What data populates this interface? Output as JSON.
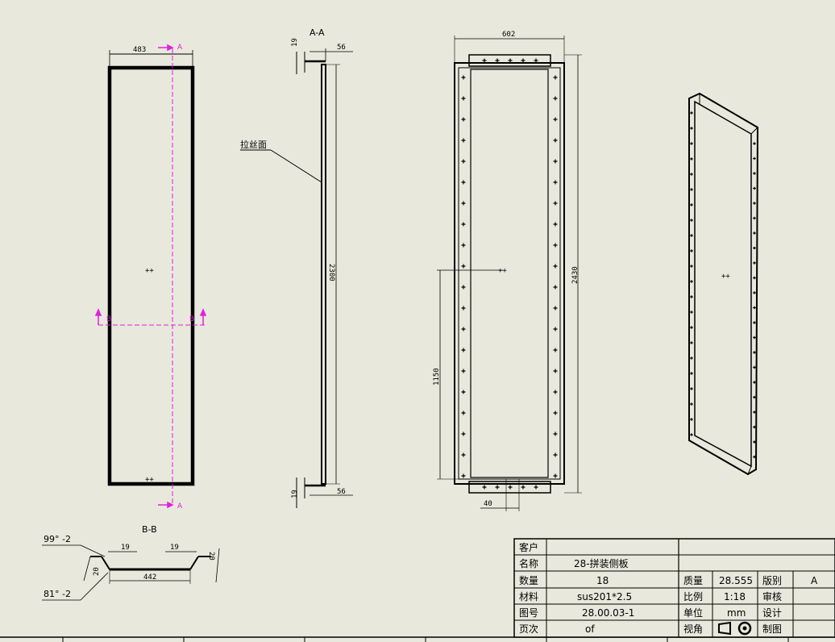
{
  "views": {
    "front": {
      "width_dim": "483",
      "section_mark": "A",
      "section_mark_b": "B"
    },
    "section_aa": {
      "title": "A-A",
      "dim_top_small": "19",
      "dim_top_flange": "56",
      "dim_height": "2300",
      "dim_bottom_small": "19",
      "dim_bottom_flange": "56",
      "leader_note": "拉丝面"
    },
    "back": {
      "dim_width": "602",
      "dim_height": "2430",
      "dim_mid": "1150",
      "dim_bottom": "40"
    },
    "section_bb": {
      "title": "B-B",
      "angle_top": "99°  -2",
      "angle_bottom": "81°  -2",
      "dim_left_flange": "19",
      "dim_right_flange": "19",
      "dim_left_h": "20",
      "dim_right_h": "20",
      "dim_width": "442"
    }
  },
  "title_block": {
    "customer_label": "客户",
    "customer_value": "",
    "name_label": "名称",
    "name_value": "28-拼装侧板",
    "qty_label": "数量",
    "qty_value": "18",
    "material_label": "材料",
    "material_value": "sus201*2.5",
    "drawing_no_label": "图号",
    "drawing_no_value": "28.00.03-1",
    "page_label": "页次",
    "page_value": "of",
    "mass_label": "质量",
    "mass_value": "28.555",
    "scale_label": "比例",
    "scale_value": "1:18",
    "unit_label": "单位",
    "unit_value": "mm",
    "view_label": "视角",
    "version_label": "版别",
    "version_value": "A",
    "review_label": "审核",
    "design_label": "设计",
    "drafter_label": "制图"
  }
}
